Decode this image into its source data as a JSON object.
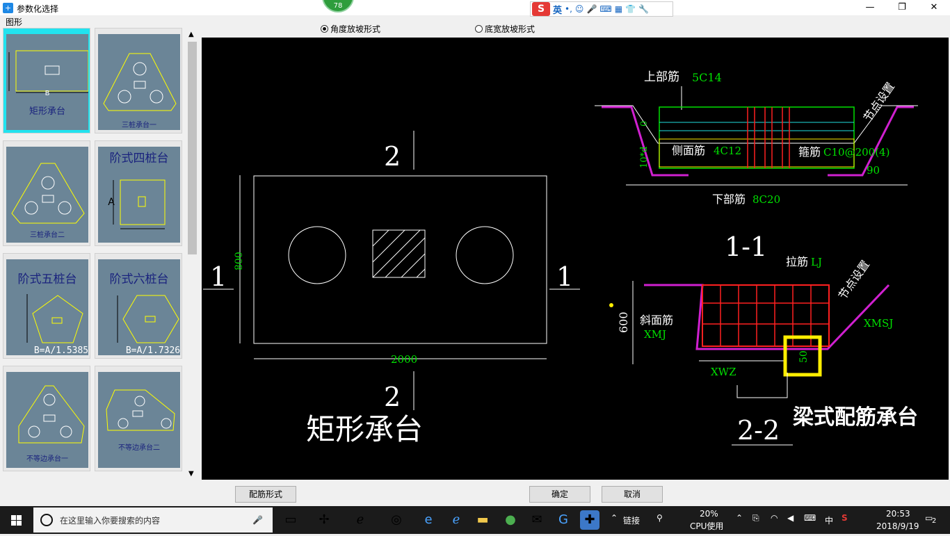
{
  "window": {
    "title": "参数化选择",
    "minimize": "—",
    "maximize": "❐",
    "close": "✕"
  },
  "badge": {
    "value": "78"
  },
  "ime": {
    "brand": "S",
    "lang": "英",
    "icons": [
      "punct-icon",
      "emoji-icon",
      "mic-icon",
      "keyboard-icon",
      "tools-icon",
      "skin-icon",
      "wrench-icon"
    ]
  },
  "left": {
    "label": "图形"
  },
  "thumbs": [
    {
      "name": "矩形承台",
      "label": "矩形承台",
      "sub": "B",
      "selected": true
    },
    {
      "name": "三桩承台一",
      "label": "三桩承台一"
    },
    {
      "name": "三桩承台二",
      "label": "三桩承台二"
    },
    {
      "name": "阶式四桩台",
      "label": "阶式四桩台",
      "sub": "A"
    },
    {
      "name": "阶式五桩台",
      "label": "阶式五桩台",
      "sub": "B=A/1.5385"
    },
    {
      "name": "阶式六桩台",
      "label": "阶式六桩台",
      "sub": "B=A/1.7326"
    },
    {
      "name": "不等边承台一",
      "label": "不等边承台一"
    },
    {
      "name": "不等边承台二",
      "label": "不等边承台二"
    }
  ],
  "radios": [
    {
      "label": "角度放坡形式",
      "checked": true
    },
    {
      "label": "底宽放坡形式",
      "checked": false
    }
  ],
  "drawing": {
    "section_mark_2": "2",
    "section_mark_1": "1",
    "dim_height": "800",
    "dim_width": "2000",
    "caption_left": "矩形承台",
    "caption_right": "梁式配筋承台",
    "top_rebar": "上部筋",
    "top_rebar_val": "5C14",
    "side_rebar": "侧面筋",
    "side_rebar_val": "4C12",
    "stirrup": "箍筋",
    "stirrup_val": "C10@200(4)",
    "bottom_rebar": "下部筋",
    "bottom_rebar_val": "8C20",
    "node_setting": "节点设置",
    "angle": "90",
    "zero": "0",
    "tend": "10*d",
    "section_11": "1-1",
    "tie": "拉筋",
    "tie_val": "LJ",
    "slope_rebar": "斜面筋",
    "xmj": "XMJ",
    "xmsj": "XMSJ",
    "xwz": "XWZ",
    "dim_600": "600",
    "dim_50": "50",
    "section_22": "2-2"
  },
  "buttons": {
    "rebar_form": "配筋形式",
    "ok": "确定",
    "cancel": "取消"
  },
  "taskbar": {
    "search_placeholder": "在这里输入你要搜索的内容",
    "link": "链接",
    "cpu_pct": "20%",
    "cpu_label": "CPU使用",
    "ime_lang": "中",
    "time": "20:53",
    "date": "2018/9/19",
    "notif_count": "2"
  },
  "colors": {
    "accent": "#22e3ef",
    "canvas": "#000000",
    "green_text": "#00e000",
    "magenta": "#d020d0",
    "red": "#ff2020",
    "yellow_box": "#ffee00"
  }
}
